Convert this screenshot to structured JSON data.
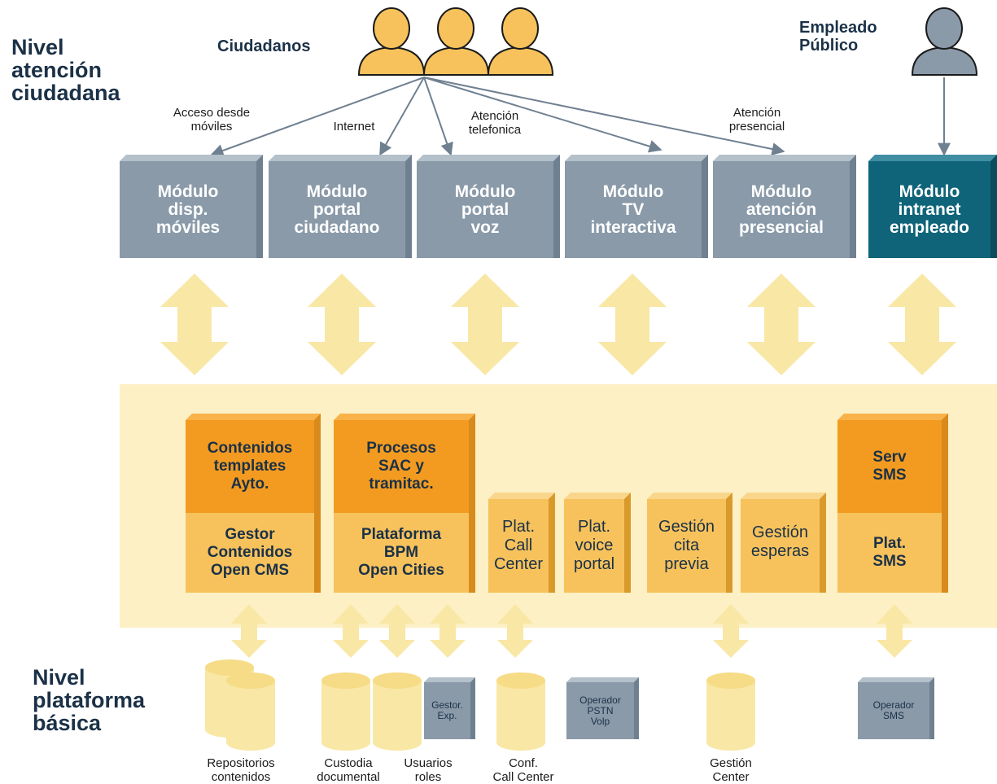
{
  "levels": {
    "top_title": [
      "Nivel",
      "atención",
      "ciudadana"
    ],
    "bottom_title": [
      "Nivel",
      "plataforma",
      "básica"
    ]
  },
  "actors": {
    "citizens": "Ciudadanos",
    "employee": [
      "Empleado",
      "Público"
    ]
  },
  "channels": {
    "mobile": [
      "Acceso desde",
      "móviles"
    ],
    "internet": "Internet",
    "phone": [
      "Atención",
      "telefonica"
    ],
    "in_person": [
      "Atención",
      "presencial"
    ]
  },
  "modules": [
    {
      "lines": [
        "Módulo",
        "disp.",
        "móviles"
      ]
    },
    {
      "lines": [
        "Módulo",
        "portal",
        "ciudadano"
      ]
    },
    {
      "lines": [
        "Módulo",
        "portal",
        "voz"
      ]
    },
    {
      "lines": [
        "Módulo",
        "TV",
        "interactiva"
      ]
    },
    {
      "lines": [
        "Módulo",
        "atención",
        "presencial"
      ]
    },
    {
      "lines": [
        "Módulo",
        "intranet",
        "empleado"
      ]
    }
  ],
  "platforms": {
    "cms": {
      "upper": [
        "Contenidos",
        "templates",
        "Ayto."
      ],
      "lower": [
        "Gestor",
        "Contenidos",
        "Open CMS"
      ]
    },
    "bpm": {
      "upper": [
        "Procesos",
        "SAC y",
        "tramitac."
      ],
      "lower": [
        "Plataforma",
        "BPM",
        "Open Cities"
      ]
    },
    "callcenter": [
      "Plat.",
      "Call",
      "Center"
    ],
    "voice": [
      "Plat.",
      "voice",
      "portal"
    ],
    "cita": [
      "Gestión",
      "cita",
      "previa"
    ],
    "esperas": [
      "Gestión",
      "esperas"
    ],
    "sms": {
      "upper": [
        "Serv",
        "SMS"
      ],
      "lower": [
        "Plat.",
        "SMS"
      ]
    }
  },
  "resources": {
    "gestor_exp": [
      "Gestor.",
      "Exp."
    ],
    "operador_pstn": [
      "Operador",
      "PSTN",
      "Volp"
    ],
    "operador_sms": [
      "Operador",
      "SMS"
    ]
  },
  "bottom_labels": {
    "repositorios": [
      "Repositorios",
      "contenidos"
    ],
    "custodia": [
      "Custodia",
      "documental"
    ],
    "usuarios": [
      "Usuarios",
      "roles"
    ],
    "conf": [
      "Conf.",
      "Call Center"
    ],
    "gestion_center": [
      "Gestión",
      "Center"
    ]
  },
  "colors": {
    "module_gray": "#8a9aa9",
    "module_teal": "#0f6479",
    "platform_orange": "#f39b20",
    "platform_light": "#f7c25c",
    "band": "#fdf0c4",
    "arrow": "#f9e7a6",
    "person_orange": "#f7c25c",
    "person_gray": "#8a9aa9",
    "text_dark": "#1b3147"
  }
}
